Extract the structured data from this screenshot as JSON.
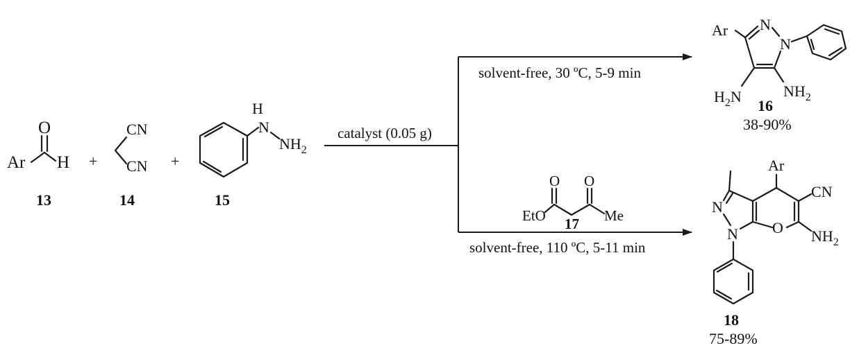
{
  "reactants": {
    "aldehyde": {
      "ar": "Ar",
      "o": "O",
      "h": "H",
      "number": "13"
    },
    "malononitrile": {
      "cn_top": "CN",
      "cn_bottom": "CN",
      "number": "14"
    },
    "hydrazine": {
      "h": "H",
      "n": "N",
      "nh": "NH",
      "nh_sub": "2",
      "number": "15"
    },
    "plus_1": "+",
    "plus_2": "+"
  },
  "main_arrow": {
    "label": "catalyst (0.05 g)"
  },
  "upper_branch": {
    "condition": "solvent-free, 30 ºC, 5-9 min"
  },
  "lower_branch": {
    "reagent": {
      "o1": "O",
      "o2": "O",
      "eto": "EtO",
      "me": "Me",
      "number": "17"
    },
    "condition": "solvent-free, 110 ºC, 5-11 min"
  },
  "product_16": {
    "ar": "Ar",
    "n1": "N",
    "n2": "N",
    "h2n_h": "H",
    "h2n_sub": "2",
    "h2n_n": "N",
    "nh2_nh": "NH",
    "nh2_sub": "2",
    "number": "16",
    "yield": "38-90%"
  },
  "product_18": {
    "ar": "Ar",
    "cn": "CN",
    "n1": "N",
    "n2": "N",
    "o": "O",
    "nh2_nh": "NH",
    "nh2_sub": "2",
    "number": "18",
    "yield": "75-89%"
  }
}
